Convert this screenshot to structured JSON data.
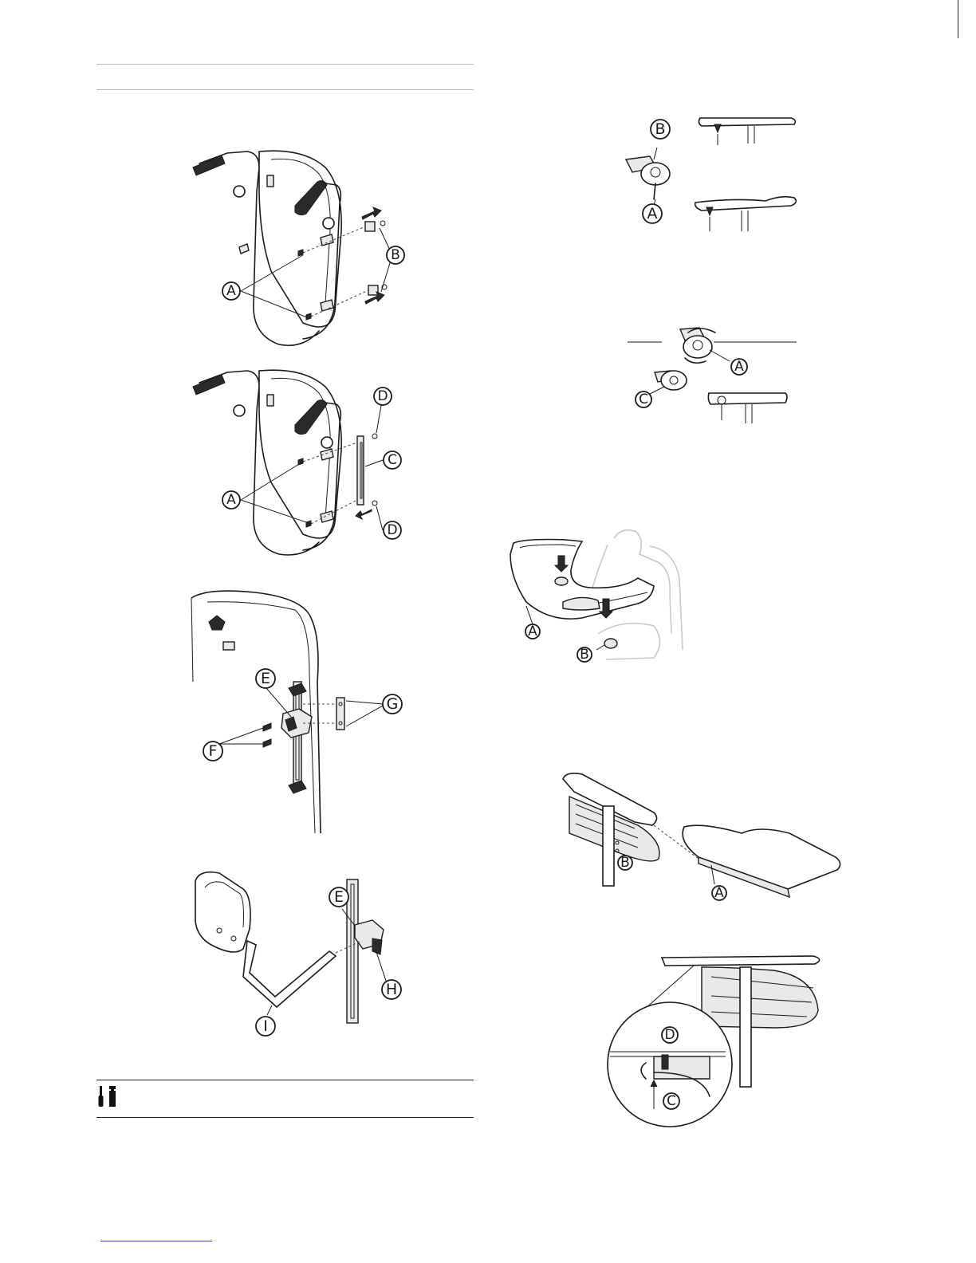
{
  "figures": {
    "fig_backrest_bracket": {
      "labels": [
        "A",
        "B"
      ]
    },
    "fig_backrest_rail": {
      "labels": [
        "A",
        "C",
        "D",
        "D"
      ]
    },
    "fig_headrest_mount": {
      "labels": [
        "E",
        "F",
        "G"
      ]
    },
    "fig_headrest": {
      "labels": [
        "E",
        "H",
        "I"
      ]
    },
    "fig_table_clamp": {
      "labels": [
        "B",
        "A"
      ]
    },
    "fig_table_clamp_rotate": {
      "labels": [
        "A",
        "C"
      ]
    },
    "fig_tray_on_chair": {
      "labels": [
        "A",
        "B"
      ]
    },
    "fig_armrest_tray": {
      "labels": [
        "B",
        "A"
      ]
    },
    "fig_tray_lock": {
      "labels": [
        "D",
        "C"
      ]
    }
  },
  "icons": {
    "tool_icon": "screwdriver-wrench-icon"
  }
}
